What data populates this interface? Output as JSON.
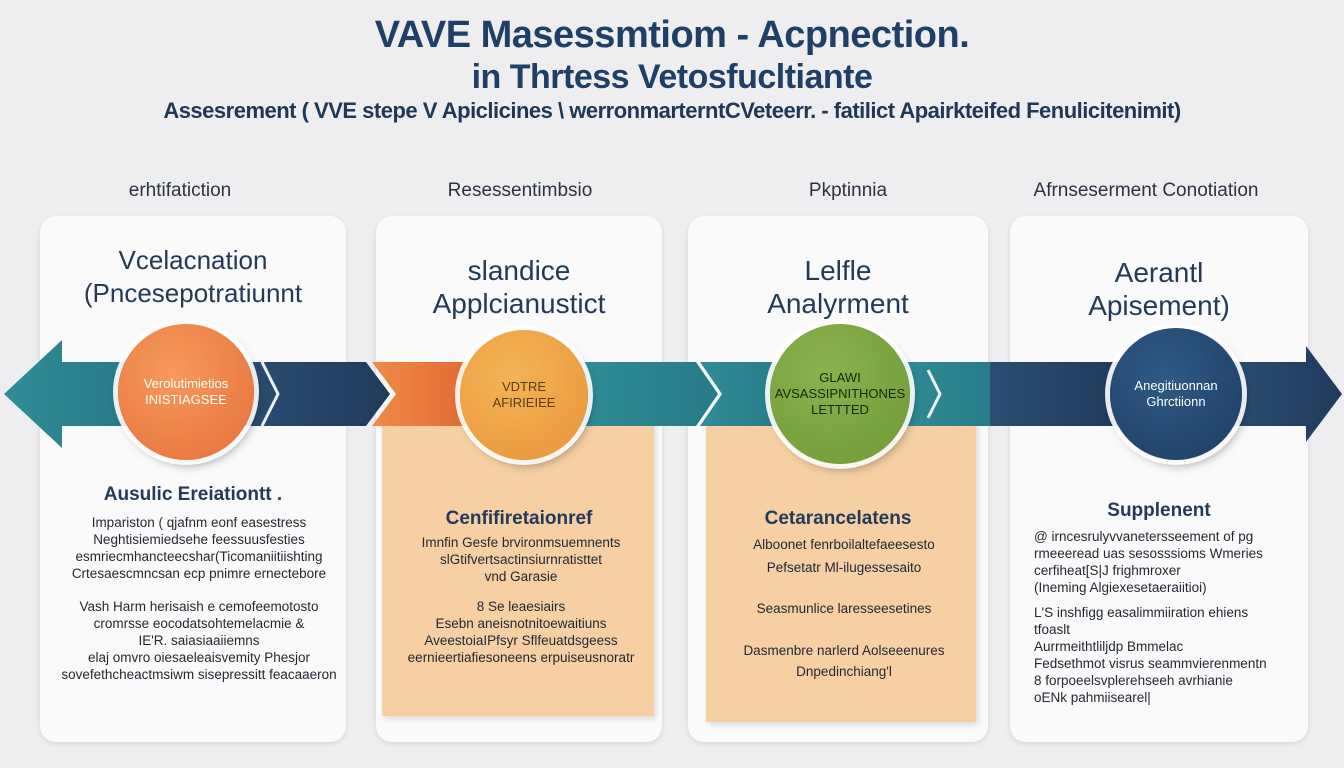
{
  "header": {
    "title_line1": "VAVE Masessmtiom - Acpnection.",
    "title_line2": "in Thrtess Vetosfucltiante",
    "subtitle": "Assesrement ( VVE stepe V Apiclicines \\ werronmarterntCVeteerr. - fatilict Apairkteifed Fenulicitenimit)"
  },
  "colors": {
    "arrow_teal": "#2e8a96",
    "arrow_navy": "#2c4a6e",
    "arrow_orange": "#e9783f",
    "peach_panel": "#f6cfa5",
    "title_blue": "#1f3f66"
  },
  "steps": [
    {
      "label": "erhtifatiction",
      "heading_line1": "Vcelacnation",
      "heading_line2": "(Pncesepotratiunnt",
      "circle_line1": "Verolutimietios",
      "circle_line2": "INISTIAGSEE",
      "section_title": "Ausulic Ereiationtt .",
      "para_a": [
        "Impariston ( qjafnm eonf easestress",
        "Neghtisiemiedsehe feessuusfesties",
        "esmriecmhancteecshar(Ticomaniitiishting",
        "Crtesaescmncsan ecp pnimre ernectebore"
      ],
      "para_b": [
        "Vash  Harm  herisaish e cemofeemotosto",
        "cromrsse eocodatsohtemelacmie &",
        "IE'R. saiasiaaiiemns",
        "elaj omvro oiesaeleaisvemity Phesjor",
        "sovefethcheactmsiwm sisepressitt feacaaeron"
      ]
    },
    {
      "label": "Resessentimbsio",
      "heading_line1": "slandice",
      "heading_line2": "Applcianustict",
      "circle_line1": "VDTRE",
      "circle_line2": "AFIRIEIEE",
      "section_title": "Cenfifiretaionref",
      "para_a": [
        "Imnfin Gesfe  brvironmsuemnents",
        "slGtifvertsactinsiurnratisttet",
        "vnd Garasie"
      ],
      "para_b": [
        "8  Se leaesiairs",
        "Esebn  aneisnotnitoewaitiuns",
        "AveestoiaIPfsyr Sflfeuatdsgeess",
        "eernieertiafiesoneens erpuiseusnoratr"
      ]
    },
    {
      "label": "Pkptinnia",
      "heading_line1": "Lelfle",
      "heading_line2": "Analyrment",
      "circle_line1": "GLAWI",
      "circle_line2": "AVSASSIPNITHONES",
      "circle_line3": "LETTTED",
      "section_title": "Cetarancelatens",
      "para_a": [
        "Alboonet fenrboilaltefaeesesto",
        "Pefsetatr  Ml-ilugessesaito"
      ],
      "para_b": [
        "Seasmunlice laresseesetines"
      ],
      "para_c": [
        "Dasmenbre  narlerd Aolseeenures",
        "Dnpedinchiang'l"
      ]
    },
    {
      "label": "Afrnseserment Conotiation",
      "heading_line1": "Aerantl",
      "heading_line2": "Apisement)",
      "circle_line1": "Anegitiuonnan",
      "circle_line2": "Ghrctiionn",
      "section_title": "Supplenent",
      "para_a": [
        "@ irncesrulyvvanetersseement of pg",
        "rmeeeread uas sesosssioms  Wmeries",
        "cerfiheat[S|J  frighmroxer",
        "(Ineming Algiexesetaeraiitioi)"
      ],
      "para_b": [
        "L'S inshfigg easalimmiiration  ehiens",
        "tfoaslt",
        "Aurrmeithtliljdp  Bmmelac",
        "Fedsethmot visrus seammvierenmentn",
        "8 forpoeelsvplerehseeh avrhianie",
        "oENk pahmiisearel|"
      ]
    }
  ]
}
